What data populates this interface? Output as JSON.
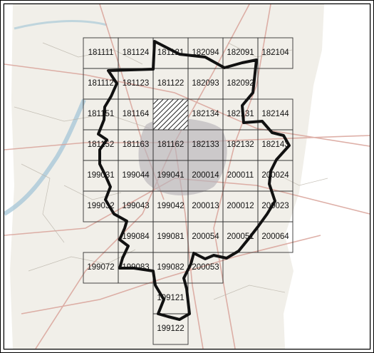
{
  "map": {
    "grid_rows": [
      [
        "181111",
        "181124",
        "181121",
        "182094",
        "182091",
        "182104"
      ],
      [
        "181112",
        "181123",
        "181122",
        "182093",
        "182092"
      ],
      [
        "181151",
        "181164",
        "",
        "182134",
        "182131",
        "182144"
      ],
      [
        "181152",
        "181163",
        "181162",
        "182133",
        "182132",
        "182143"
      ],
      [
        "199031",
        "199044",
        "199041",
        "200014",
        "200011",
        "200024"
      ],
      [
        "199032",
        "199043",
        "199042",
        "200013",
        "200012",
        "200023"
      ],
      [
        "199084",
        "199081",
        "200054",
        "200051",
        "200064"
      ],
      [
        "199072",
        "199083",
        "199082",
        "200053"
      ],
      [
        "199121"
      ],
      [
        "199122"
      ]
    ],
    "highlighted_tile": "hatched",
    "colors": {
      "background": "#f1efe9",
      "grid_line": "#333333",
      "boundary": "#111111",
      "road": "#d9a39a",
      "river": "#9fc3d6",
      "urban": "#b8b4ba"
    }
  }
}
